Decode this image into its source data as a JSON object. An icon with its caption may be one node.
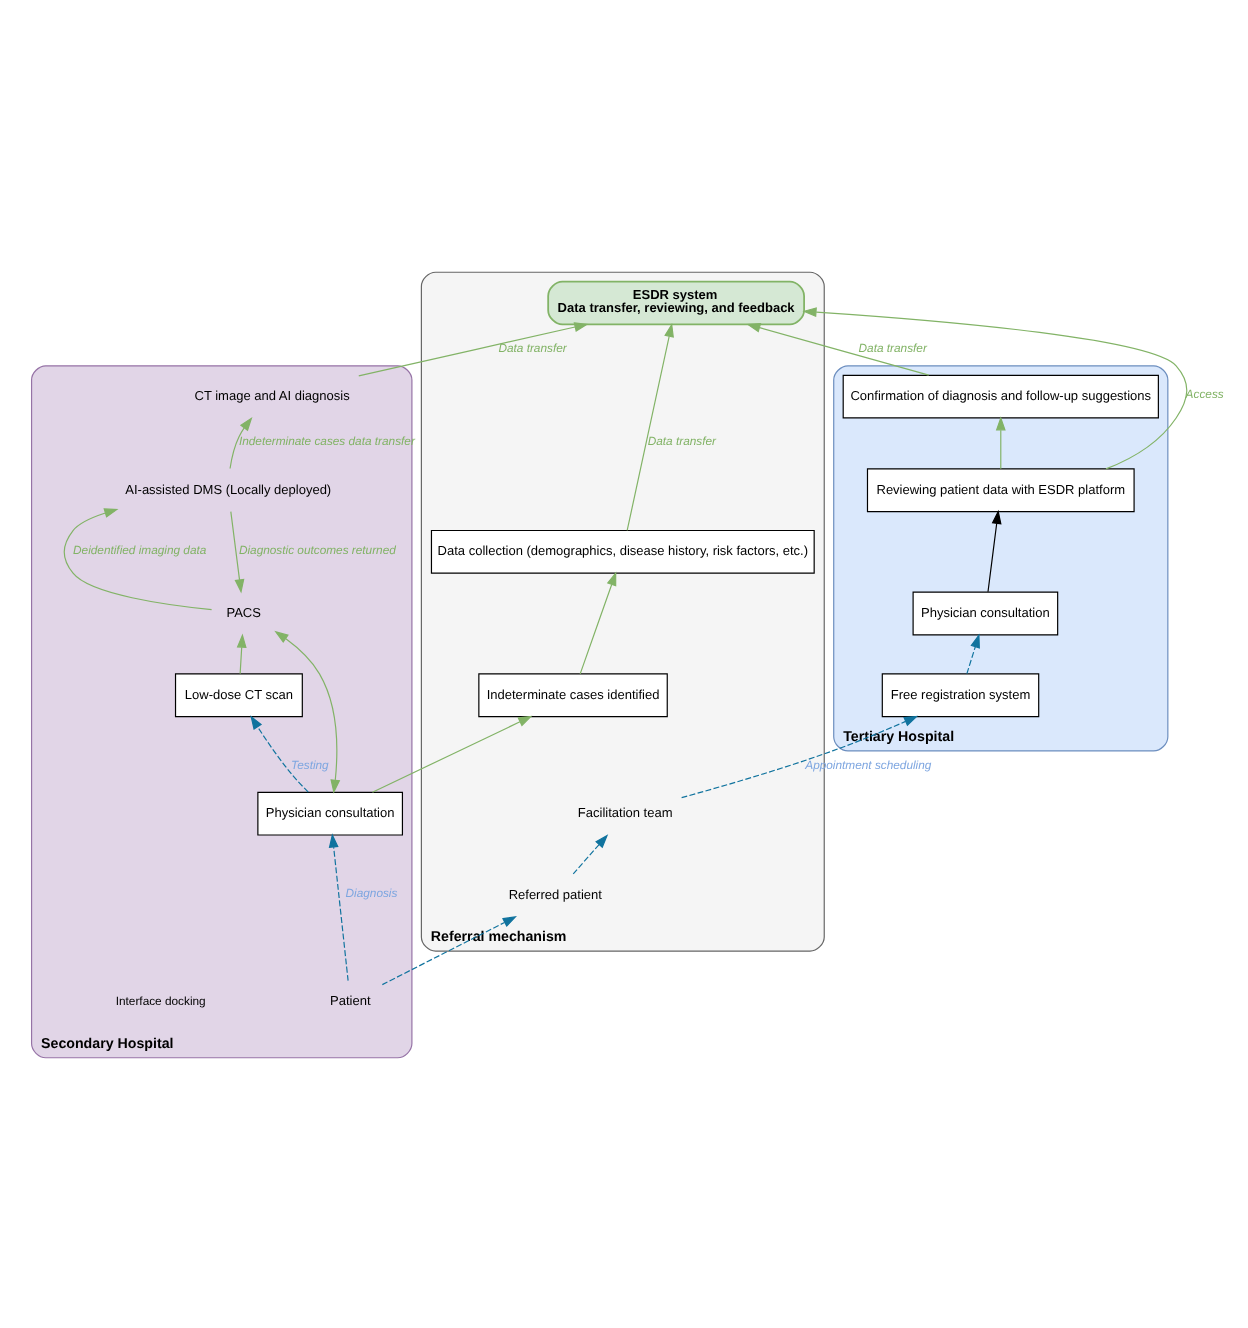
{
  "diagram": {
    "nodes": [
      {
        "text": [
          "Tertiary Hospital"
        ]
      },
      {
        "text": [
          "Physician consultation"
        ],
        "in": 0
      },
      {
        "text": [
          "Reviewing patient data with ESDR platform"
        ],
        "in": 0
      },
      {
        "text": [
          "Confirmation of diagnosis and follow-up suggestions"
        ],
        "in": 0
      },
      {
        "text": [
          "Free registration system"
        ],
        "in": 0
      },
      {
        "text": [
          "Referral mechanism"
        ]
      },
      {
        "text": [
          "ESDR system",
          "Data transfer, reviewing, and feedback"
        ],
        "in": 5
      },
      {
        "text": [
          "Facilitation team"
        ],
        "in": 5
      },
      {
        "text": [
          "Data collection (demographics, disease history, risk factors, etc.)"
        ],
        "in": 5
      },
      {
        "text": [
          "Referred patient"
        ],
        "in": 5
      },
      {
        "text": [
          "Indeterminate cases identified"
        ],
        "in": 5
      },
      {
        "text": [
          "Secondary Hospital"
        ]
      },
      {
        "text": [
          "Patient"
        ],
        "in": 11
      },
      {
        "text": [
          "Physician consultation"
        ],
        "in": 11
      },
      {
        "text": [
          "Low-dose CT scan"
        ],
        "in": 11
      },
      {
        "text": [
          "PACS"
        ],
        "in": 11
      },
      {
        "text": [
          "AI-assisted DMS (Locally deployed)"
        ],
        "in": 11
      },
      {
        "text": [
          "CT image and AI diagnosis"
        ],
        "in": 11
      }
    ],
    "edges": [
      {
        "from": 1,
        "to": 2,
        "arrow": "to",
        "color": "#000000"
      },
      {
        "from": 2,
        "to": 3,
        "arrow": "to"
      },
      {
        "from": 2,
        "to": 6,
        "arrow": "to",
        "label": "Access"
      },
      {
        "from": 3,
        "to": 6,
        "arrow": "to",
        "label": "Data transfer"
      },
      {
        "from": 4,
        "to": 1,
        "arrow": "to",
        "style": "dashed",
        "color": "#10739e"
      },
      {
        "from": 7,
        "to": 4,
        "arrow": "to",
        "style": "dashed",
        "color": "#10739e",
        "label": "Appointment scheduling"
      },
      {
        "from": 9,
        "to": 7,
        "arrow": "to",
        "style": "dashed",
        "color": "#10739e"
      },
      {
        "from": 12,
        "to": 9,
        "arrow": "to",
        "style": "dashed",
        "color": "#10739e"
      },
      {
        "from": 8,
        "to": 6,
        "arrow": "to",
        "label": "Data transfer"
      },
      {
        "from": 10,
        "to": 8,
        "arrow": "to"
      },
      {
        "from": 13,
        "to": 10,
        "arrow": "to"
      },
      {
        "from": 12,
        "to": 13,
        "arrow": "to",
        "style": "dashed",
        "color": "#10739e",
        "label": "Diagnosis"
      },
      {
        "from": 13,
        "to": 14,
        "arrow": "to",
        "style": "dashed",
        "color": "#10739e",
        "label": "Testing"
      },
      {
        "from": 13,
        "to": 15,
        "arrow": "both"
      },
      {
        "from": 14,
        "to": 15,
        "arrow": "to"
      },
      {
        "from": 15,
        "to": 16,
        "arrow": "to",
        "label": "Deidentified imaging data"
      },
      {
        "from": 16,
        "to": 15,
        "arrow": "to",
        "label": "Diagnostic outcomes returned"
      },
      {
        "from": 16,
        "to": 17,
        "arrow": "to",
        "label": "Indeterminate cases data transfer"
      },
      {
        "from": 17,
        "to": 6,
        "arrow": "to",
        "label": "Data transfer"
      }
    ],
    "labels": [
      "Interface docking"
    ]
  }
}
